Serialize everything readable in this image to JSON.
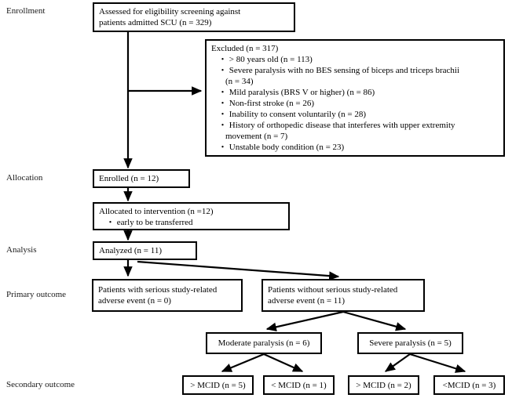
{
  "diagram": {
    "title": "CONSORT participant flow diagram",
    "stage_labels": [
      {
        "id": "enrollment",
        "text": "Enrollment"
      },
      {
        "id": "allocation",
        "text": "Allocation"
      },
      {
        "id": "analysis",
        "text": "Analysis"
      },
      {
        "id": "primary-outcome",
        "text": "Primary outcome"
      },
      {
        "id": "secondary-outcome",
        "text": "Secondary outcome"
      }
    ],
    "nodes": {
      "assessed": {
        "line1": "Assessed for eligibility  screening against",
        "line2": "patients admitted SCU (n = 329)"
      },
      "excluded": {
        "heading": "Excluded (n = 317)",
        "items": [
          "・ > 80 years old (n = 113)",
          "・ Severe paralysis with no BES sensing of biceps and triceps brachii",
          "(n = 34)",
          "・ Mild paralysis (BRS V or higher) (n = 86)",
          "・ Non-first stroke (n = 26)",
          "・ Inability to consent voluntarily (n = 28)",
          "・ History of orthopedic disease that interferes with upper extremity",
          "movement (n = 7)",
          "・ Unstable body condition (n = 23)"
        ]
      },
      "enrolled": {
        "line1": "Enrolled (n = 12)"
      },
      "allocated": {
        "line1": "Allocated to intervention (n =12)",
        "line2": "・ early to be transferred"
      },
      "analyzed": {
        "line1": "Analyzed (n = 11)"
      },
      "ae_with": {
        "line1": "Patients with serious study-related",
        "line2": "adverse event (n = 0)"
      },
      "ae_without": {
        "line1": "Patients without serious study-related",
        "line2": "adverse event (n = 11)"
      },
      "moderate": {
        "line1": "Moderate paralysis (n = 6)"
      },
      "severe": {
        "line1": "Severe paralysis (n = 5)"
      },
      "mcid_a": {
        "line1": "> MCID (n = 5)"
      },
      "mcid_b": {
        "line1": "< MCID (n = 1)"
      },
      "mcid_c": {
        "line1": "> MCID (n = 2)"
      },
      "mcid_d": {
        "line1": "<MCID (n = 3)"
      }
    },
    "colors": {
      "border": "#000000",
      "text": "#000000",
      "background": "#ffffff"
    }
  }
}
